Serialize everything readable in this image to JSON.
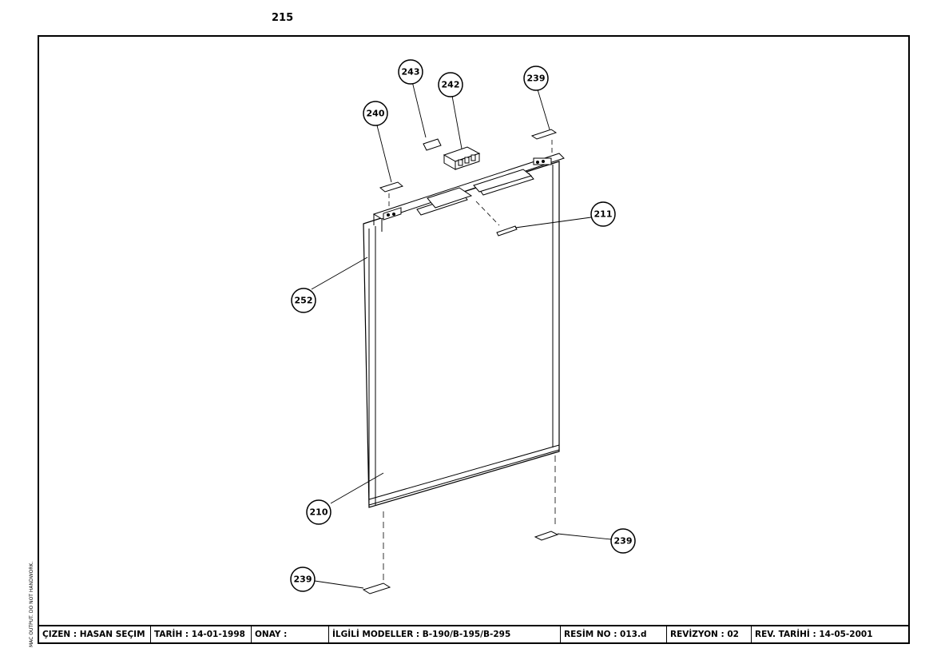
{
  "page_number": "215",
  "side_note": "MAC OUTPUT. DO NOT HANDWORK.",
  "callouts": {
    "c243": "243",
    "c242": "242",
    "c239_top": "239",
    "c240": "240",
    "c211": "211",
    "c252": "252",
    "c210": "210",
    "c239_right": "239",
    "c239_bottom": "239"
  },
  "title_block": {
    "drawn_by": "ÇIZEN : HASAN SEÇIM",
    "date": "TARİH : 14-01-1998",
    "approval": "ONAY :",
    "related_models": "İLGİLİ MODELLER : B-190/B-195/B-295",
    "drawing_no": "RESİM NO : 013.d",
    "revision": "REVİZYON : 02",
    "revision_date": "REV. TARİHİ : 14-05-2001"
  }
}
